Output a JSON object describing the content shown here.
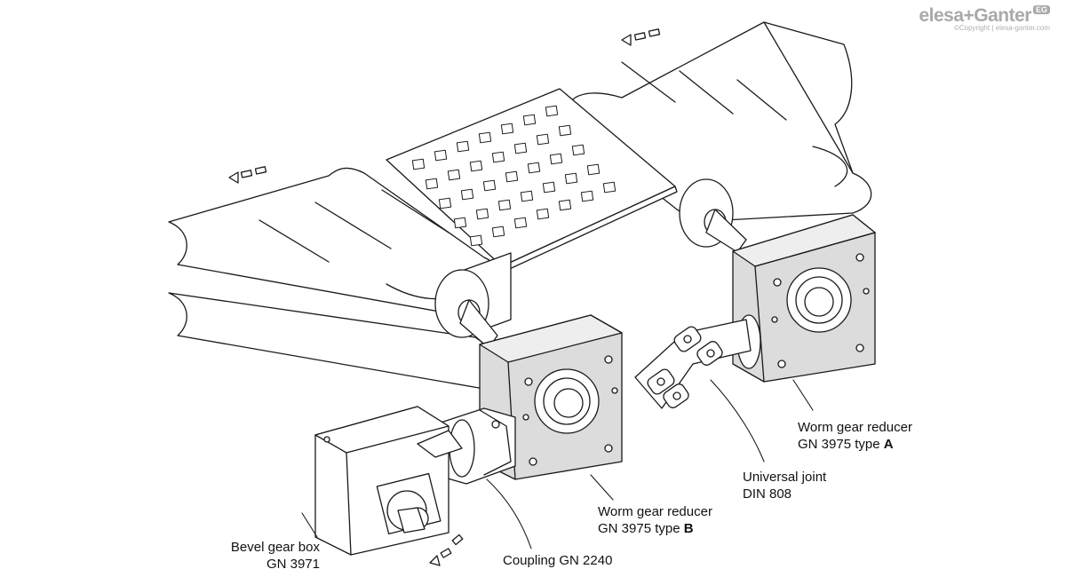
{
  "logo": {
    "brand": "elesa+Ganter",
    "badge": "EG",
    "copyright": "©Copyright | elesa-ganter.com"
  },
  "labels": {
    "bevel_gear_box": {
      "line1": "Bevel gear box",
      "line2": "GN 3971"
    },
    "coupling": {
      "line1": "Coupling GN 2240"
    },
    "worm_gear_b": {
      "line1": "Worm gear reducer",
      "line2_prefix": "GN 3975 type ",
      "line2_suffix": "B"
    },
    "universal_joint": {
      "line1": "Universal joint",
      "line2": "DIN 808"
    },
    "worm_gear_a": {
      "line1": "Worm gear reducer",
      "line2_prefix": "GN 3975 type ",
      "line2_suffix": "A"
    }
  },
  "colors": {
    "line": "#1a1a1a",
    "gearbox_fill": "#dcdcdc",
    "white": "#ffffff",
    "logo_gray": "#a9a9a9"
  }
}
